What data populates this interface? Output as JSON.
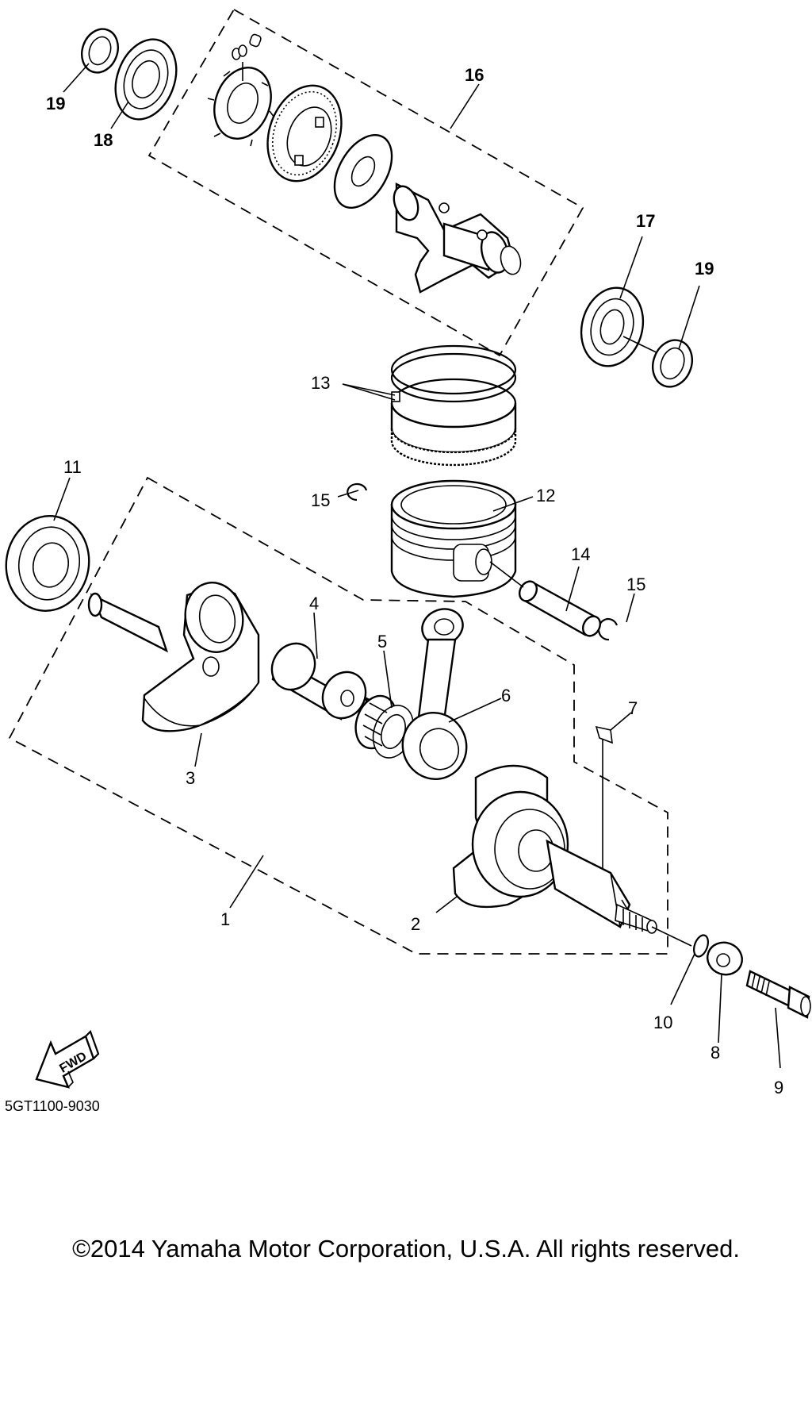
{
  "diagram": {
    "callouts": [
      {
        "id": "19a",
        "label": "19",
        "bold": true
      },
      {
        "id": "18",
        "label": "18",
        "bold": true
      },
      {
        "id": "16",
        "label": "16",
        "bold": true
      },
      {
        "id": "17",
        "label": "17",
        "bold": true
      },
      {
        "id": "19b",
        "label": "19",
        "bold": true
      },
      {
        "id": "13",
        "label": "13",
        "bold": false
      },
      {
        "id": "11",
        "label": "11",
        "bold": false
      },
      {
        "id": "15a",
        "label": "15",
        "bold": false
      },
      {
        "id": "12",
        "label": "12",
        "bold": false
      },
      {
        "id": "14",
        "label": "14",
        "bold": false
      },
      {
        "id": "15b",
        "label": "15",
        "bold": false
      },
      {
        "id": "4",
        "label": "4",
        "bold": false
      },
      {
        "id": "5",
        "label": "5",
        "bold": false
      },
      {
        "id": "6",
        "label": "6",
        "bold": false
      },
      {
        "id": "7",
        "label": "7",
        "bold": false
      },
      {
        "id": "3",
        "label": "3",
        "bold": false
      },
      {
        "id": "1",
        "label": "1",
        "bold": false
      },
      {
        "id": "2",
        "label": "2",
        "bold": false
      },
      {
        "id": "10",
        "label": "10",
        "bold": false
      },
      {
        "id": "8",
        "label": "8",
        "bold": false
      },
      {
        "id": "9",
        "label": "9",
        "bold": false
      }
    ],
    "fwd_label": "FWD",
    "part_code": "5GT1100-9030"
  },
  "footer": {
    "copyright": "©2014 Yamaha Motor Corporation, U.S.A. All rights reserved."
  }
}
